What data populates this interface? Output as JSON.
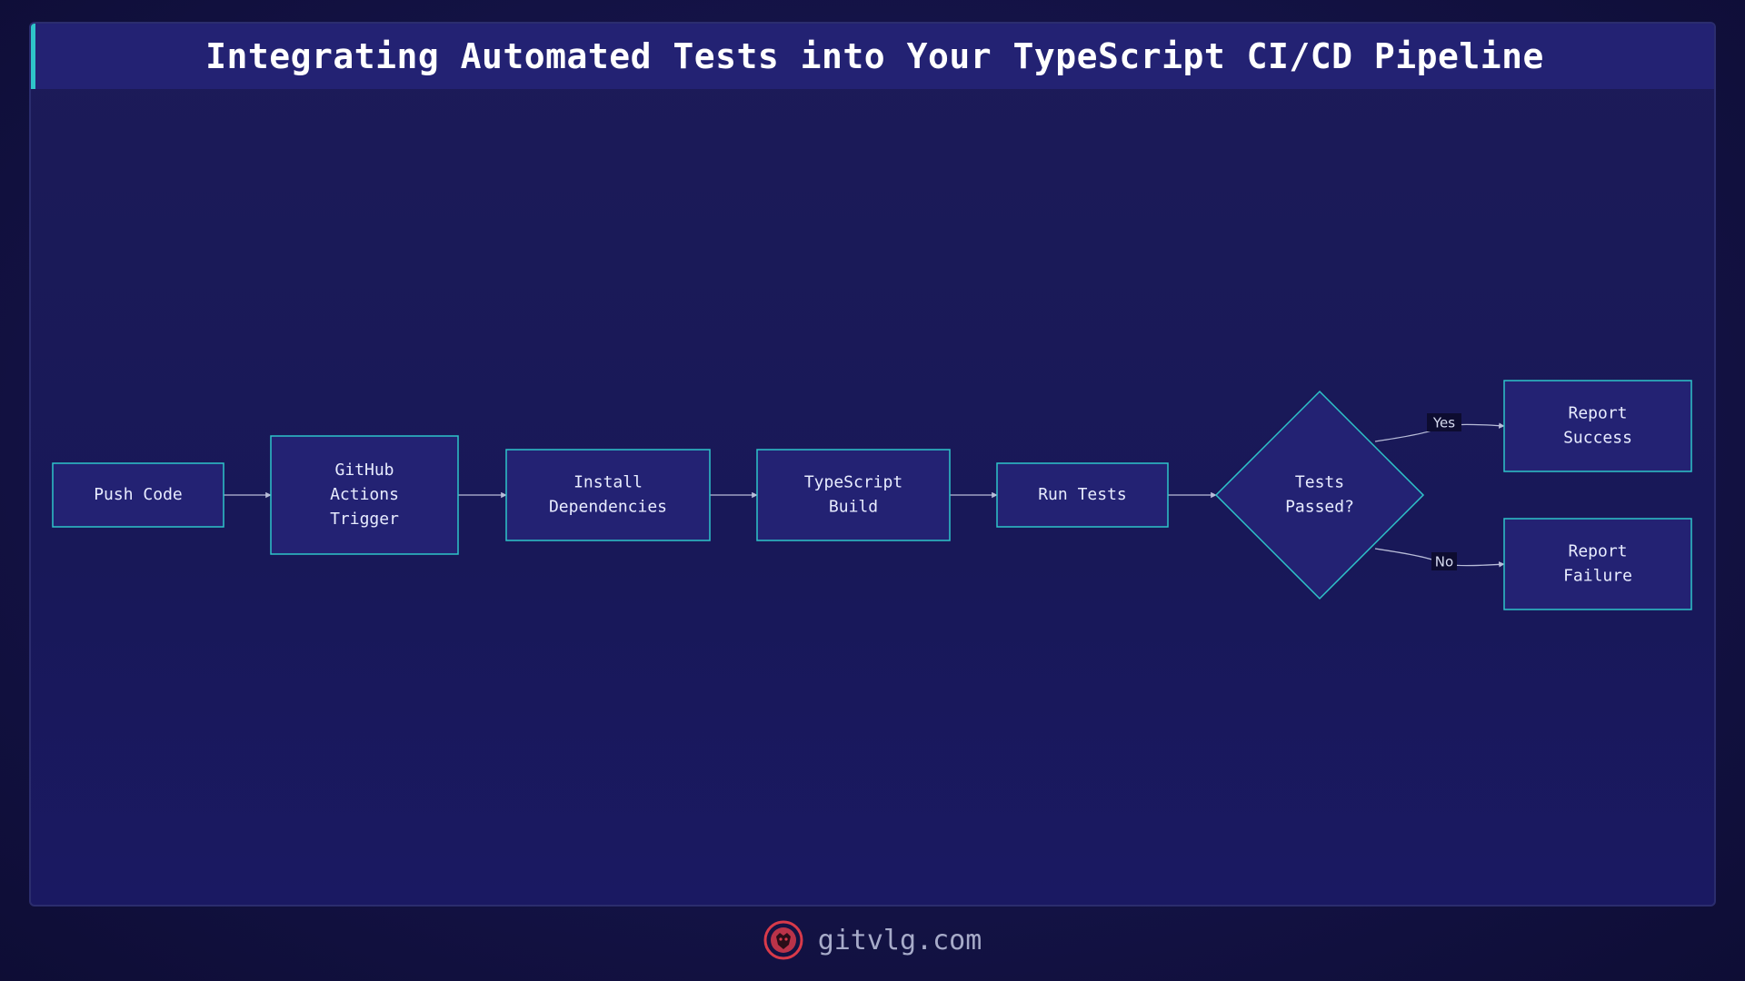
{
  "title": "Integrating Automated Tests into Your TypeScript CI/CD Pipeline",
  "footer": {
    "site": "gitvlg.com",
    "logo_icon": "lion-logo-icon"
  },
  "colors": {
    "node_fill": "#232273",
    "node_stroke": "#2ec4c9",
    "edge": "#b8bcd8",
    "logo": "#d83a4a"
  },
  "nodes": [
    {
      "id": "push",
      "shape": "rect",
      "lines": [
        "Push Code"
      ]
    },
    {
      "id": "trigger",
      "shape": "rect",
      "lines": [
        "GitHub",
        "Actions",
        "Trigger"
      ]
    },
    {
      "id": "install",
      "shape": "rect",
      "lines": [
        "Install",
        "Dependencies"
      ]
    },
    {
      "id": "build",
      "shape": "rect",
      "lines": [
        "TypeScript",
        "Build"
      ]
    },
    {
      "id": "test",
      "shape": "rect",
      "lines": [
        "Run Tests"
      ]
    },
    {
      "id": "decision",
      "shape": "diamond",
      "lines": [
        "Tests",
        "Passed?"
      ]
    },
    {
      "id": "success",
      "shape": "rect",
      "lines": [
        "Report",
        "Success"
      ]
    },
    {
      "id": "failure",
      "shape": "rect",
      "lines": [
        "Report",
        "Failure"
      ]
    }
  ],
  "edges": [
    {
      "from": "push",
      "to": "trigger",
      "label": ""
    },
    {
      "from": "trigger",
      "to": "install",
      "label": ""
    },
    {
      "from": "install",
      "to": "build",
      "label": ""
    },
    {
      "from": "build",
      "to": "test",
      "label": ""
    },
    {
      "from": "test",
      "to": "decision",
      "label": ""
    },
    {
      "from": "decision",
      "to": "success",
      "label": "Yes"
    },
    {
      "from": "decision",
      "to": "failure",
      "label": "No"
    }
  ]
}
